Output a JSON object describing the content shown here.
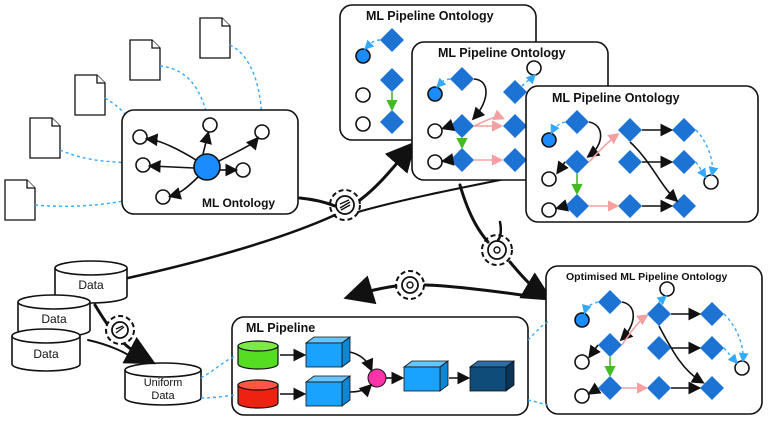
{
  "labels": {
    "ml_ontology": "ML Ontology",
    "pipeline_ontology_1": "ML Pipeline Ontology",
    "pipeline_ontology_2": "ML Pipeline Ontology",
    "pipeline_ontology_3": "ML Pipeline Ontology",
    "optimised_ontology": "Optimised ML Pipeline Ontology",
    "ml_pipeline": "ML Pipeline",
    "data_1": "Data",
    "data_2": "Data",
    "data_3": "Data",
    "uniform_data_line1": "Uniform",
    "uniform_data_line2": "Data"
  },
  "icons": {
    "document": "document-icon",
    "gear": "gear-icon",
    "database": "database-icon"
  },
  "colors": {
    "node_blue": "#1a8cff",
    "diamond_blue": "#1c73d4",
    "dashed_link": "#33aaff",
    "optimised_edge": "#f5a0a0",
    "pipeline_edge": "#44bb22",
    "data_green": "#55dd22",
    "data_red": "#ee2211",
    "merge_node": "#ff33aa",
    "block_light": "#19a3ff",
    "block_dark": "#0f4c7a"
  }
}
